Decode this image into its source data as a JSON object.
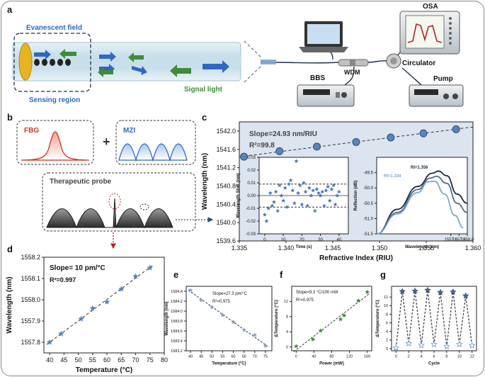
{
  "panels": {
    "a": {
      "letter": "a",
      "labels": {
        "evanescent_field": "Evanescent field",
        "signal_light": "Signal light",
        "sensing_region": "Sensing region",
        "osa": "OSA",
        "wdm": "WDM",
        "circulator": "Circulator",
        "bbs": "BBS",
        "pump": "Pump"
      }
    },
    "b": {
      "letter": "b",
      "fbg": "FBG",
      "mzi": "MZI",
      "plus": "+",
      "therapeutic_probe": "Therapeutic probe"
    }
  },
  "chart_data": [
    {
      "id": "c",
      "letter": "c",
      "type": "scatter",
      "xlabel": "Refractive Index (RIU)",
      "ylabel": "Wavelength (nm)",
      "xlim": [
        1.335,
        1.36
      ],
      "ylim": [
        1539.6,
        1542.2
      ],
      "xticks": [
        "1.335",
        "1.340",
        "1.345",
        "1.350",
        "1.355",
        "1.360"
      ],
      "yticks": [
        "1539.6",
        "1540.0",
        "1540.4",
        "1540.8",
        "1541.2",
        "1541.6",
        "1542.0"
      ],
      "x": [
        1.3355,
        1.3393,
        1.3433,
        1.3475,
        1.3512,
        1.3547,
        1.3582
      ],
      "y": [
        1541.44,
        1541.56,
        1541.66,
        1541.76,
        1541.86,
        1541.95,
        1542.04
      ],
      "annotations": {
        "slope": "Slope=24.93 nm/RIU",
        "r2": "R²=99.8"
      },
      "insets": [
        {
          "type": "scatter",
          "xlabel": "Time (s)",
          "ylabel": "Wavelength Shift (nm)",
          "xlim": [
            -3,
            45
          ],
          "ylim": [
            -0.03,
            0.03
          ],
          "xticks": [
            "0",
            "10",
            "20",
            "30",
            "40"
          ],
          "yticks": [
            "-0.03",
            "-0.02",
            "-0.01",
            "0.00",
            "0.01",
            "0.02",
            "0.03"
          ],
          "threshold_lines": [
            0.009,
            -0.009
          ],
          "x": [
            0,
            1,
            2,
            3,
            4,
            5,
            6,
            7,
            8,
            9,
            10,
            11,
            12,
            13,
            14,
            15,
            16,
            17,
            18,
            19,
            20,
            21,
            22,
            23,
            24,
            25,
            26,
            27,
            28,
            29,
            30,
            31,
            32,
            33,
            34,
            35,
            36,
            37,
            38,
            39,
            40
          ],
          "y": [
            -0.015,
            -0.02,
            -0.01,
            0.002,
            -0.008,
            -0.005,
            0.003,
            -0.012,
            0.008,
            0.0,
            -0.004,
            0.006,
            -0.009,
            0.009,
            0.012,
            0.004,
            -0.006,
            0.027,
            0.002,
            0.008,
            -0.007,
            0.01,
            0.003,
            -0.008,
            0.006,
            0.0,
            0.004,
            -0.012,
            0.005,
            0.002,
            0.0,
            0.003,
            -0.008,
            0.004,
            0.007,
            -0.004,
            0.005,
            0.008,
            -0.007,
            0.0,
            0.003
          ]
        },
        {
          "type": "line",
          "xlabel": "Wavelength (nm)",
          "ylabel": "Reflection (dB)",
          "xlim": [
            1555.8,
            1558.0
          ],
          "ylim": [
            -51.5,
            -49.0
          ],
          "xticks": [
            "1557.6",
            "1557.8",
            "1558.0"
          ],
          "yticks": [
            "-49.5",
            "-50.0",
            "-50.5",
            "-51.0",
            "-51.5"
          ],
          "series": [
            {
              "name": "RI=1.356",
              "color": "#1c2a3a",
              "x": [
                1555.8,
                1556.3,
                1556.8,
                1557.15,
                1557.3,
                1557.5,
                1557.75,
                1558.0
              ],
              "y": [
                -51.5,
                -50.7,
                -49.95,
                -49.52,
                -49.45,
                -49.6,
                -50.2,
                -50.5
              ]
            },
            {
              "name": "",
              "color": "#4a6d8f",
              "x": [
                1555.8,
                1556.3,
                1556.8,
                1557.1,
                1557.25,
                1557.5,
                1557.75,
                1558.0
              ],
              "y": [
                -51.5,
                -50.8,
                -50.05,
                -49.68,
                -49.62,
                -49.85,
                -50.5,
                -50.8
              ]
            },
            {
              "name": "RI=1.334",
              "color": "#7fa6c9",
              "x": [
                1555.8,
                1556.3,
                1556.8,
                1557.05,
                1557.2,
                1557.45,
                1557.7,
                1557.9
              ],
              "y": [
                -51.5,
                -50.85,
                -50.15,
                -49.8,
                -49.78,
                -50.2,
                -50.9,
                -51.3
              ]
            }
          ]
        }
      ]
    },
    {
      "id": "d",
      "letter": "d",
      "type": "scatter",
      "xlabel": "Temperature (°C)",
      "ylabel": "Wavelength (nm)",
      "xlim": [
        38,
        80
      ],
      "ylim": [
        1557.75,
        1558.2
      ],
      "xticks": [
        "40",
        "45",
        "50",
        "55",
        "60",
        "65",
        "70",
        "75",
        "80"
      ],
      "yticks": [
        "1557.8",
        "1557.9",
        "1558.0",
        "1558.1",
        "1558.2"
      ],
      "x": [
        40,
        44,
        51,
        55,
        60,
        65,
        70,
        75
      ],
      "y": [
        1557.8,
        1557.84,
        1557.91,
        1557.96,
        1557.99,
        1558.05,
        1558.11,
        1558.15
      ],
      "annotations": {
        "slope": "Slope= 10 pm/°C",
        "r2": "R²=0.997"
      }
    },
    {
      "id": "e",
      "letter": "e",
      "type": "scatter",
      "xlabel": "Temperature (°C)",
      "ylabel": "Wavelength (nm)",
      "xlim": [
        38,
        78
      ],
      "ylim": [
        1583.2,
        1584.5
      ],
      "xticks": [
        "40",
        "45",
        "50",
        "55",
        "60",
        "65",
        "70",
        "75"
      ],
      "yticks": [
        "1583.2",
        "1583.4",
        "1583.6",
        "1583.8",
        "1584.0",
        "1584.2",
        "1584.4"
      ],
      "x": [
        40,
        45,
        50,
        55,
        60,
        65,
        70,
        75
      ],
      "y": [
        1584.42,
        1584.22,
        1584.08,
        1583.92,
        1583.78,
        1583.62,
        1583.52,
        1583.3
      ],
      "annotations": {
        "slope": "Slope=27.3 pm/°C",
        "r2": "R²=0.975"
      }
    },
    {
      "id": "f",
      "letter": "f",
      "type": "scatter",
      "xlabel": "Power (mW)",
      "ylabel": "ΔTemperature (°C)",
      "xlim": [
        -10,
        170
      ],
      "ylim": [
        -1,
        16
      ],
      "xticks": [
        "0",
        "40",
        "80",
        "120",
        "160"
      ],
      "yticks": [
        "0",
        "4",
        "8",
        "12"
      ],
      "x": [
        0,
        38,
        55,
        100,
        108,
        140,
        160
      ],
      "y": [
        0.2,
        2.0,
        4.3,
        7.3,
        8.3,
        12.2,
        14.5
      ],
      "annotations": {
        "slope": "Slope=9.3 °C/100 mW",
        "r2": "R²=0.975"
      }
    },
    {
      "id": "g",
      "letter": "g",
      "type": "line",
      "xlabel": "Cycle",
      "ylabel": "ΔTemperature (°C)",
      "xlim": [
        -0.7,
        12.7
      ],
      "ylim": [
        -0.5,
        14.5
      ],
      "xticks": [
        "0",
        "2",
        "4",
        "6",
        "8",
        "10",
        "12"
      ],
      "yticks": [
        "0",
        "2",
        "4",
        "6",
        "8",
        "10",
        "12"
      ],
      "x": [
        0,
        1,
        2,
        3,
        4,
        5,
        6,
        7,
        8,
        9,
        10,
        11,
        12
      ],
      "y": [
        0.2,
        13.3,
        1.2,
        13.4,
        0.8,
        13.6,
        1.0,
        13.1,
        0.5,
        13.2,
        1.0,
        12.3,
        0.7
      ]
    }
  ]
}
